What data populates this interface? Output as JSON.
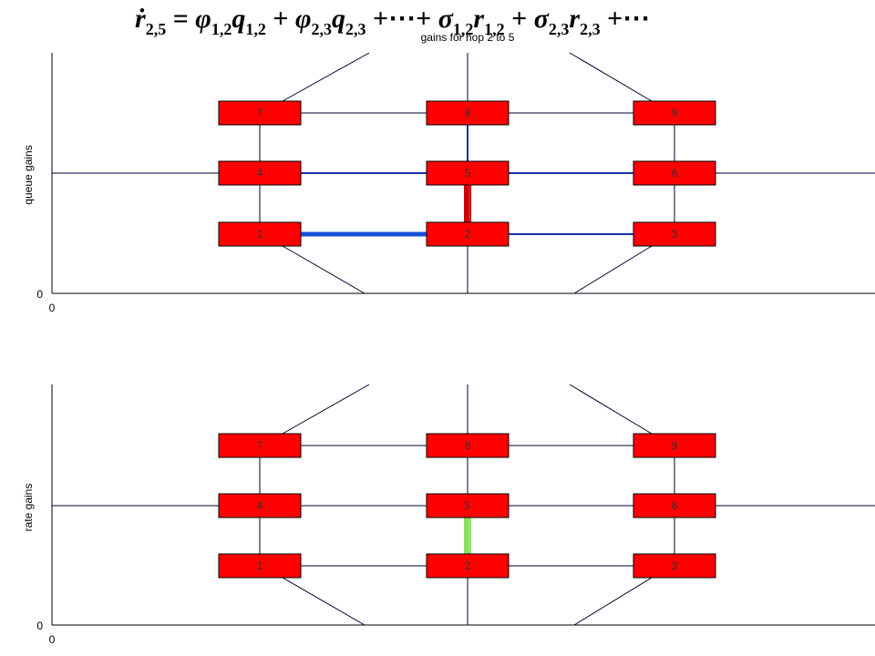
{
  "equation": {
    "lhs": "ṙ",
    "lhs_sub": "2,5",
    "eq": " = ",
    "terms": [
      {
        "sym": "φ",
        "sub": "1,2",
        "var": "q",
        "vsub": "1,2",
        "op": " + "
      },
      {
        "sym": "φ",
        "sub": "2,3",
        "var": "q",
        "vsub": "2,3",
        "op": " +⋯+ "
      },
      {
        "sym": "σ",
        "sub": "1,2",
        "var": "r",
        "vsub": "1,2",
        "op": " + "
      },
      {
        "sym": "σ",
        "sub": "2,3",
        "var": "r",
        "vsub": "2,3",
        "op": " +⋯"
      }
    ]
  },
  "subtitle": "gains for hop 2 to 5",
  "panels": [
    {
      "ylabel": "queue gains",
      "y_zero": "0",
      "x_zero": "0",
      "highlight_edges": [
        {
          "from": "2",
          "to": "5",
          "color": "#cc0000",
          "weight": 3
        },
        {
          "from": "1",
          "to": "2",
          "color": "#1a4fd8",
          "weight": 2
        },
        {
          "from": "5",
          "to": "6",
          "color": "#1a2fb0",
          "weight": 1
        },
        {
          "from": "4",
          "to": "5",
          "color": "#1a2fb0",
          "weight": 1
        },
        {
          "from": "2",
          "to": "3",
          "color": "#1a2fb0",
          "weight": 1
        },
        {
          "from": "5",
          "to": "8",
          "color": "#1a2fb0",
          "weight": 1
        }
      ]
    },
    {
      "ylabel": "rate gains",
      "y_zero": "0",
      "x_zero": "0",
      "highlight_edges": [
        {
          "from": "2",
          "to": "5",
          "color": "#88e05a",
          "weight": 3
        }
      ]
    }
  ],
  "nodes": [
    "1",
    "2",
    "3",
    "4",
    "5",
    "6",
    "7",
    "8",
    "9"
  ],
  "colors": {
    "node_fill": "#ff0000",
    "edge_default": "#000033",
    "axis": "#000000"
  }
}
